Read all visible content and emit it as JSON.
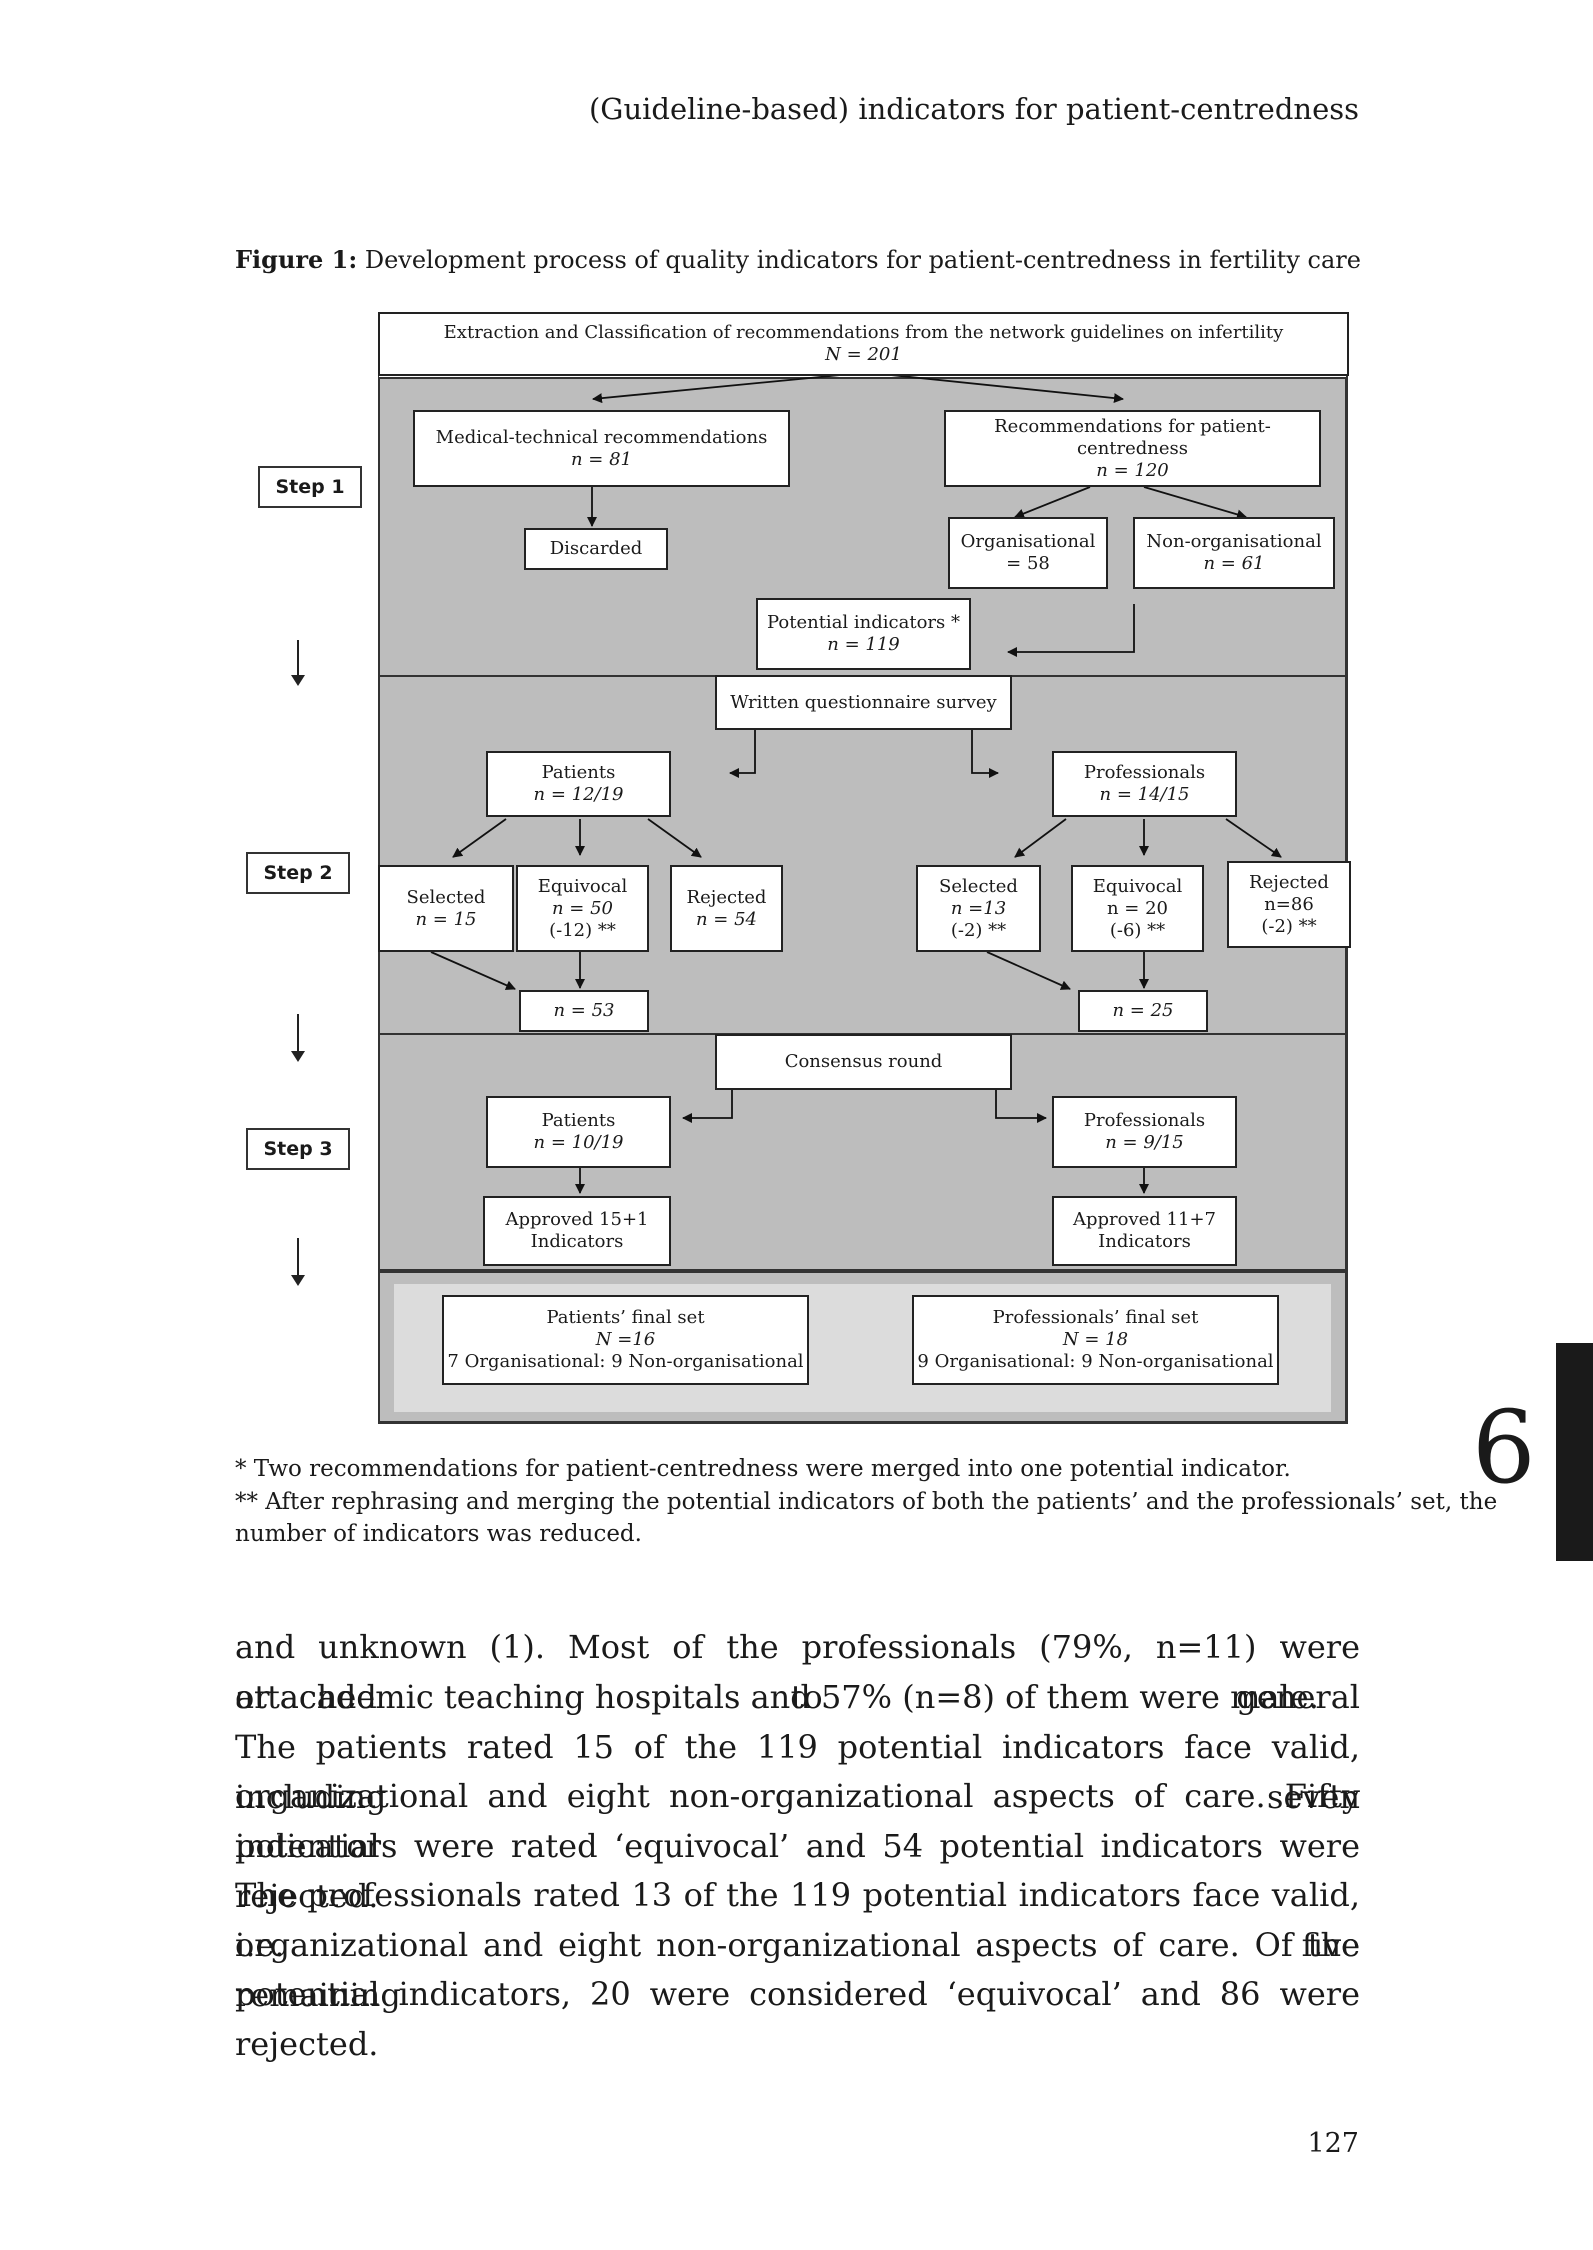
{
  "header": {
    "running_title": "(Guideline-based) indicators for patient-centredness"
  },
  "figure": {
    "caption_label": "Figure 1:",
    "caption_text": " Development process of quality indicators for patient-centredness in fertility care",
    "steps": [
      "Step 1",
      "Step 2",
      "Step 3"
    ],
    "top_box": {
      "line1": "Extraction and Classification of recommendations from the network guidelines on infertility",
      "line2": "N = 201"
    },
    "medical": {
      "line1": "Medical-technical recommendations",
      "line2": "n = 81"
    },
    "patient_rec": {
      "line1": "Recommendations for patient-centredness",
      "line2": "n = 120"
    },
    "discarded": "Discarded",
    "organisational": {
      "line1": "Organisational",
      "line2": "= 58"
    },
    "non_organisational": {
      "line1": "Non-organisational",
      "line2": "n = 61"
    },
    "potential": {
      "line1": "Potential indicators *",
      "line2": "n = 119"
    },
    "questionnaire": "Written questionnaire survey",
    "patients2": {
      "line1": "Patients",
      "line2": "n = 12/19"
    },
    "professionals2": {
      "line1": "Professionals",
      "line2": "n = 14/15"
    },
    "p_selected": {
      "line1": "Selected",
      "line2": "n = 15"
    },
    "p_equivocal": {
      "line1": "Equivocal",
      "line2": "n = 50",
      "line3": "(-12) **"
    },
    "p_rejected": {
      "line1": "Rejected",
      "line2": "n = 54"
    },
    "r_selected": {
      "line1": "Selected",
      "line2": "n =13",
      "line3": "(-2) **"
    },
    "r_equivocal": {
      "line1": "Equivocal",
      "line2": "n = 20",
      "line3": "(-6) **"
    },
    "r_rejected": {
      "line1": "Rejected",
      "line2": "n=86",
      "line3": "(-2) **"
    },
    "p_total": "n = 53",
    "r_total": "n = 25",
    "consensus": "Consensus round",
    "patients3": {
      "line1": "Patients",
      "line2": "n = 10/19"
    },
    "professionals3": {
      "line1": "Professionals",
      "line2": "n = 9/15"
    },
    "p_approved": {
      "line1": "Approved 15+1",
      "line2": "Indicators"
    },
    "r_approved": {
      "line1": "Approved 11+7",
      "line2": "Indicators"
    },
    "p_final": {
      "line1": "Patients’ final set",
      "line2": "N =16",
      "line3": "7 Organisational: 9 Non-organisational"
    },
    "r_final": {
      "line1": "Professionals’ final set",
      "line2": "N = 18",
      "line3": "9 Organisational: 9 Non-organisational"
    }
  },
  "footnotes": {
    "note1": "* Two recommendations for patient-centredness were merged into one potential indicator.",
    "note2": "** After rephrasing and merging the potential indicators of both the patients’ and the professionals’ set, the",
    "note3": "number of indicators was reduced."
  },
  "body": {
    "p1l1": "and unknown (1). Most of the professionals (79%, n=11) were attached to general",
    "p1l2": "or academic teaching hospitals and 57% (n=8) of them were male.",
    "p2l1": "The patients rated 15 of the 119 potential indicators face valid, including seven",
    "p2l2": "organizational and eight non-organizational aspects of care. Fifty potential",
    "p2l3": "indicators were rated ‘equivocal’ and 54 potential indicators were rejected.",
    "p2l4": "The professionals rated 13 of the 119 potential indicators face valid, i.e. five",
    "p2l5": "organizational and eight non-organizational aspects of care. Of the remaining",
    "p2l6": "potential indicators, 20 were considered ‘equivocal’ and 86 were rejected."
  },
  "chapter_number": "6",
  "page_number": "127"
}
